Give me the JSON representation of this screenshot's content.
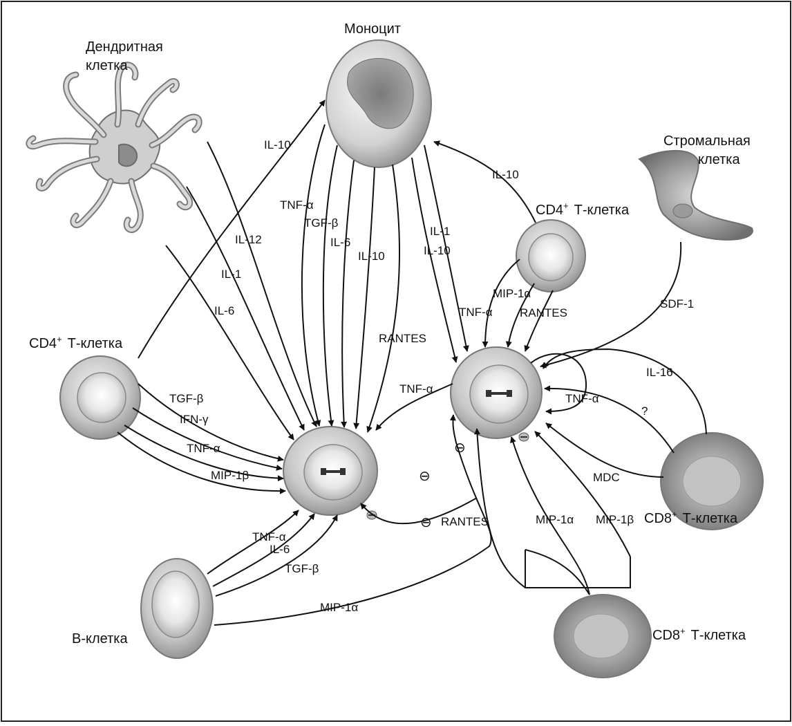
{
  "cells": {
    "dendritic": [
      "Дендритная",
      "клетка"
    ],
    "monocyte": "Моноцит",
    "stromal": [
      "Стромальная",
      "клетка"
    ],
    "cd4_right": {
      "prefix": "CD4",
      "sup": "+",
      "suffix": "Т-клетка"
    },
    "cd4_left": {
      "prefix": "CD4",
      "sup": "+",
      "suffix": "Т-клетка"
    },
    "cd8_right": {
      "prefix": "CD8",
      "sup": "+",
      "suffix": "Т-клетка"
    },
    "cd8_bottom": {
      "prefix": "CD8",
      "sup": "+",
      "suffix": "Т-клетка"
    },
    "bcell": "В-клетка"
  },
  "cytokines": {
    "il10_dc": "IL-10",
    "il12": "IL-12",
    "il1_dc": "IL-1",
    "il6_dc": "IL-6",
    "tnfa_m": "TNF-α",
    "tgfb_m": "TGF-β",
    "il6_m": "IL-6",
    "il10_m": "IL-10",
    "rantes_m": "RANTES",
    "il1_m": "IL-1",
    "il10_m2": "IL-10",
    "il10_cd4": "IL-10",
    "mip1a_cd4": "MIP-1α",
    "tnfa_cd4": "TNF-α",
    "rantes_cd4": "RANTES",
    "sdf1": "SDF-1",
    "il16": "IL-16",
    "tnfa_self": "TNF-α",
    "question": "?",
    "mdc": "MDC",
    "tnfa_mid": "TNF-α",
    "tgfb_l": "TGF-β",
    "ifng_l": "IFN-γ",
    "tnfa_l": "TNF-α",
    "mip1b_l": "MIP-1β",
    "tnfa_b": "TNF-α",
    "il6_b": "IL-6",
    "tgfb_b": "TGF-β",
    "mip1a_b": "MIP-1α",
    "rantes_bot": "RANTES",
    "mip1a_bot": "MIP-1α",
    "mip1b_bot": "MIP-1β"
  },
  "symbols": {
    "minus": "⊖"
  }
}
